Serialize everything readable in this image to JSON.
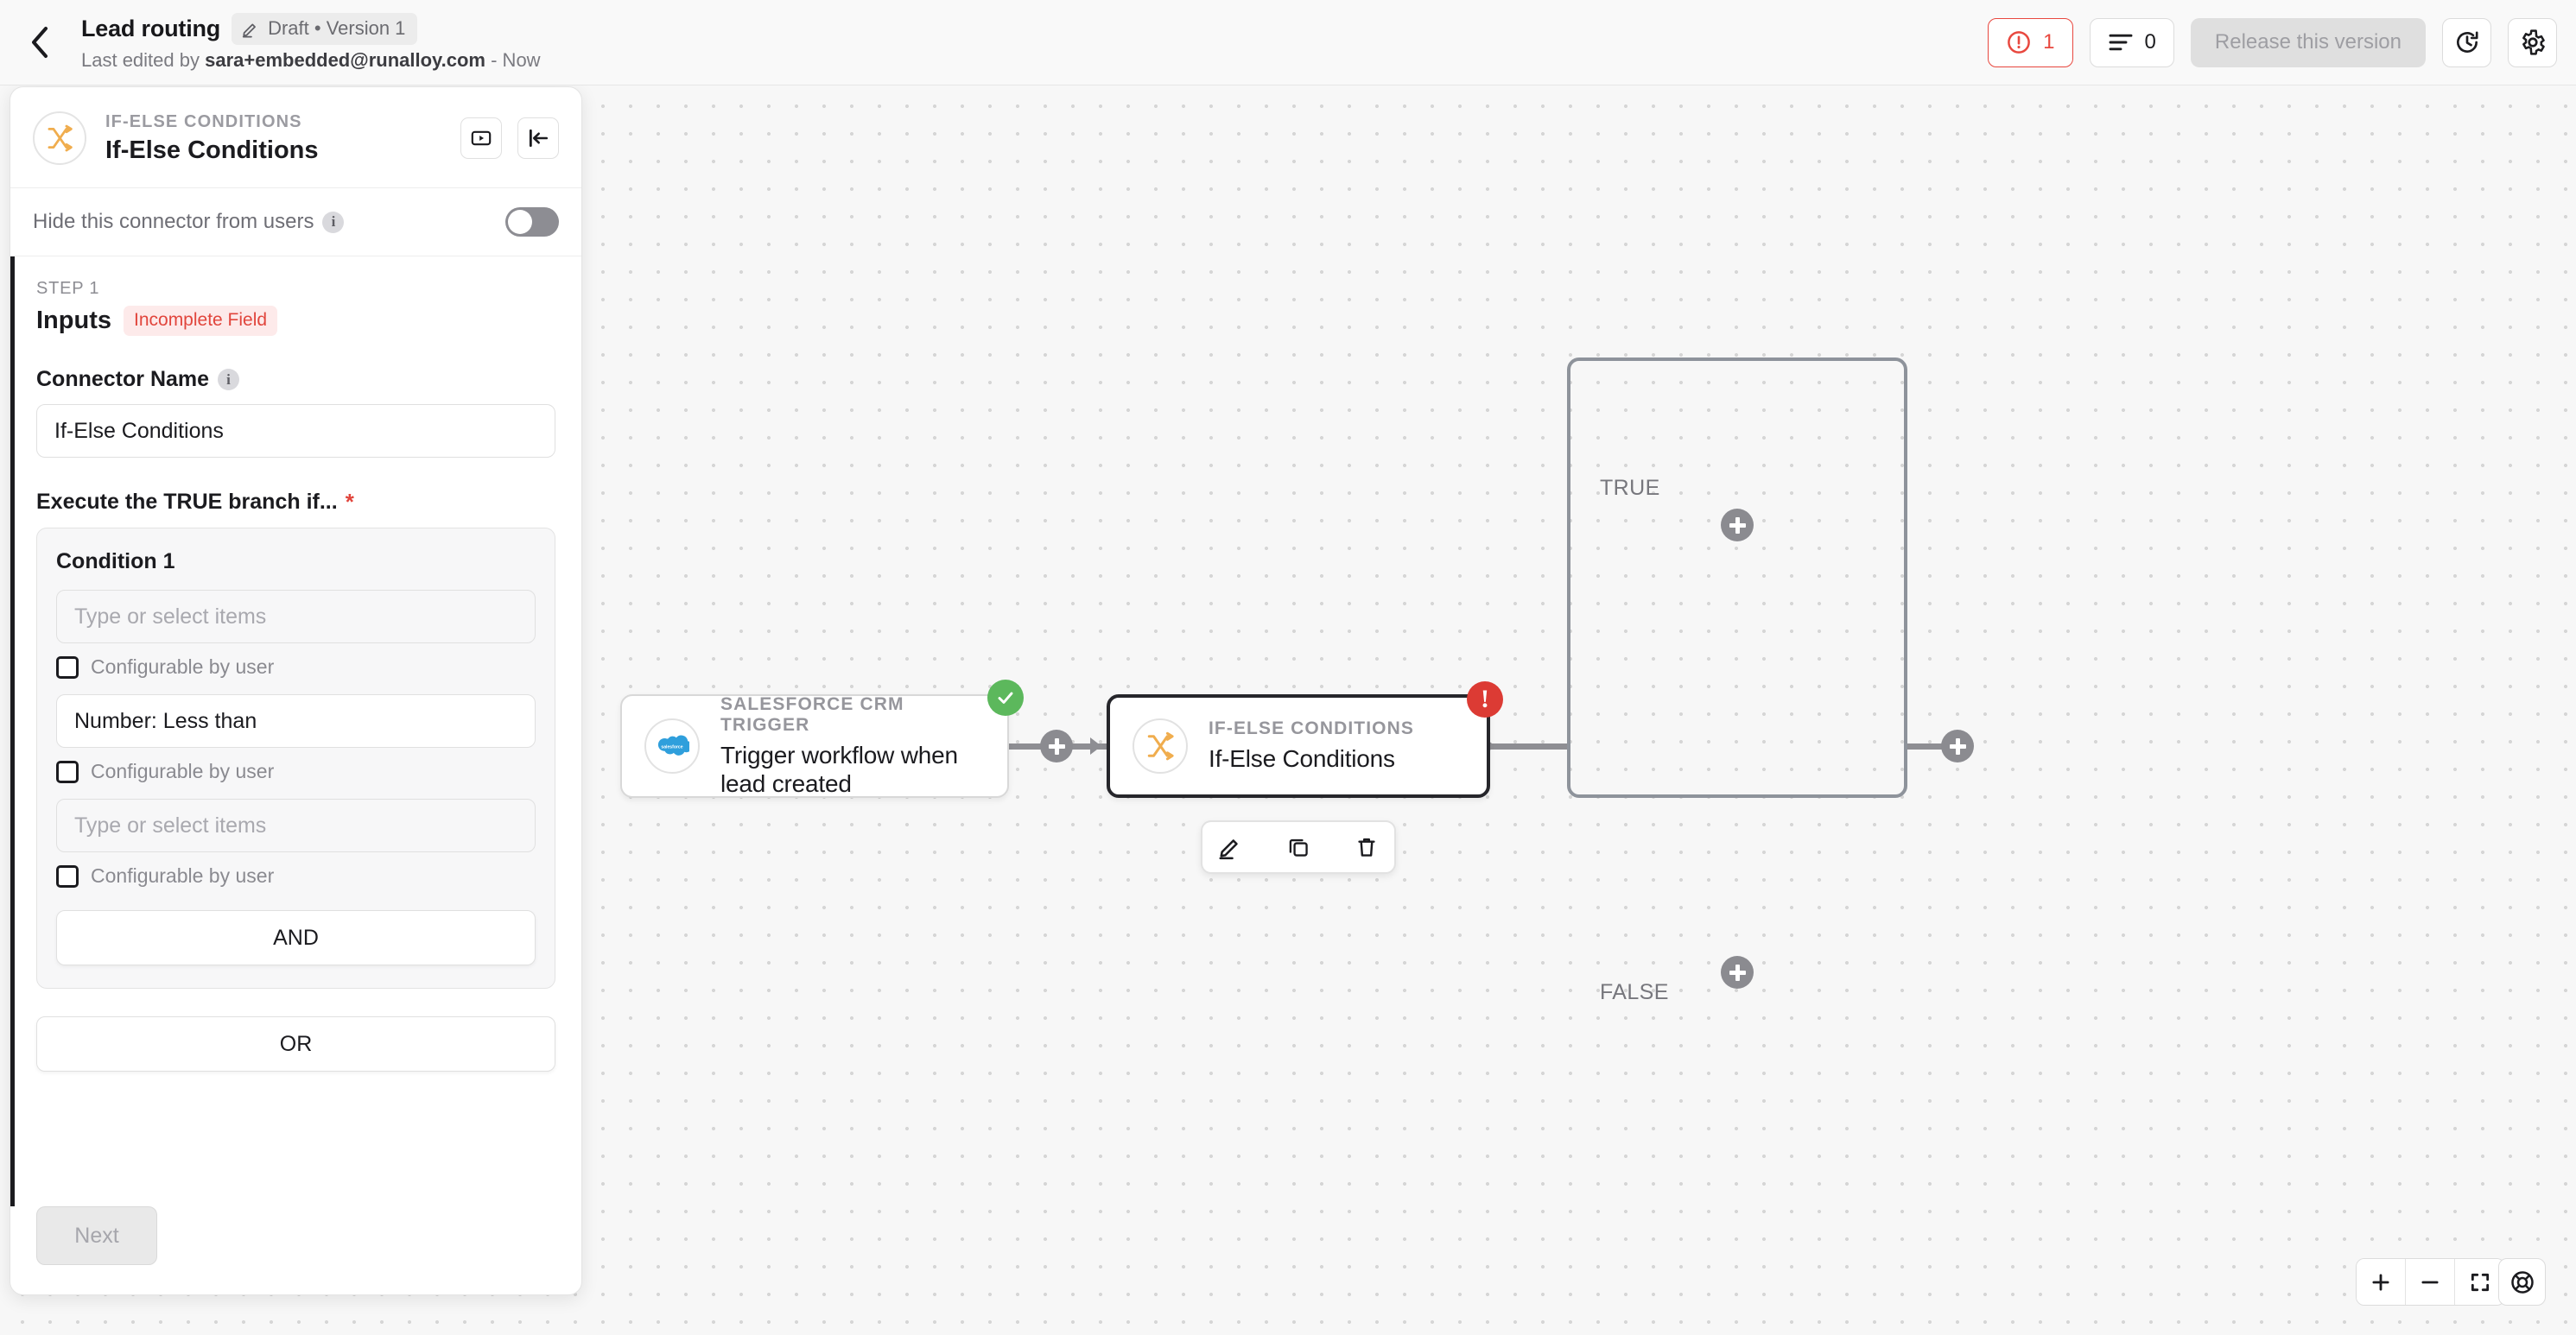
{
  "topbar": {
    "back_icon": "chevron-left-icon",
    "workflow_title": "Lead routing",
    "draft_chip": {
      "icon": "pencil-icon",
      "label": "Draft • Version 1"
    },
    "subtitle_prefix": "Last edited by ",
    "subtitle_user": "sara+embedded@runalloy.com",
    "subtitle_suffix": " - Now",
    "errors_button": {
      "icon": "error-circle-icon",
      "count": "1",
      "color": "#e8483f"
    },
    "logs_button": {
      "icon": "list-lines-icon",
      "count": "0"
    },
    "release_button": "Release this version",
    "history_button_icon": "clock-rotate-icon",
    "settings_button_icon": "gear-icon"
  },
  "panel": {
    "header": {
      "avatar_icon": "if-else-shuffle-icon",
      "kicker": "IF-ELSE CONDITIONS",
      "title": "If-Else Conditions",
      "video_button_icon": "video-play-icon",
      "collapse_button_icon": "collapse-left-icon"
    },
    "hide_connector": {
      "label": "Hide this connector from users",
      "info_icon": "info-icon",
      "info_char": "i",
      "toggle_state": "off"
    },
    "step_kicker": "STEP 1",
    "inputs_title": "Inputs",
    "incomplete_chip": "Incomplete Field",
    "connector_name": {
      "label": "Connector Name",
      "info_char": "i",
      "value": "If-Else Conditions"
    },
    "execute_label": "Execute the TRUE branch if...",
    "required_mark": "*",
    "condition": {
      "title": "Condition 1",
      "field1_placeholder": "Type or select items",
      "field1_value": "",
      "checkbox1_label": "Configurable by user",
      "operator_value": "Number: Less than",
      "checkbox2_label": "Configurable by user",
      "field2_placeholder": "Type or select items",
      "field2_value": "",
      "checkbox3_label": "Configurable by user",
      "and_button": "AND"
    },
    "or_button": "OR",
    "next_button": "Next"
  },
  "canvas": {
    "nodes": [
      {
        "id": "trigger",
        "kicker": "SALESFORCE CRM TRIGGER",
        "title": "Trigger workflow when lead created",
        "avatar_icon": "salesforce-cloud-icon",
        "badge": "check-badge",
        "selected": false
      },
      {
        "id": "ifelse",
        "kicker": "IF-ELSE CONDITIONS",
        "title": "If-Else Conditions",
        "avatar_icon": "if-else-shuffle-icon",
        "badge": "error-badge",
        "badge_char": "!",
        "selected": true
      }
    ],
    "branch_labels": {
      "true": "TRUE",
      "false": "FALSE"
    },
    "node_toolbar": [
      {
        "name": "edit-icon"
      },
      {
        "name": "duplicate-icon"
      },
      {
        "name": "delete-icon"
      }
    ],
    "controls": {
      "zoom_in_icon": "plus-icon",
      "zoom_out_icon": "minus-icon",
      "fit_view_icon": "fit-screen-icon",
      "help_icon": "lifebuoy-icon"
    },
    "add_buttons": [
      "add-node-between",
      "add-node-true-branch",
      "add-node-false-branch",
      "add-node-after"
    ]
  },
  "colors": {
    "accent_orange": "#f0ad4e",
    "error_red": "#dc3b34",
    "success_green": "#5cb85c",
    "canvas_bg": "#f7f7f7"
  }
}
